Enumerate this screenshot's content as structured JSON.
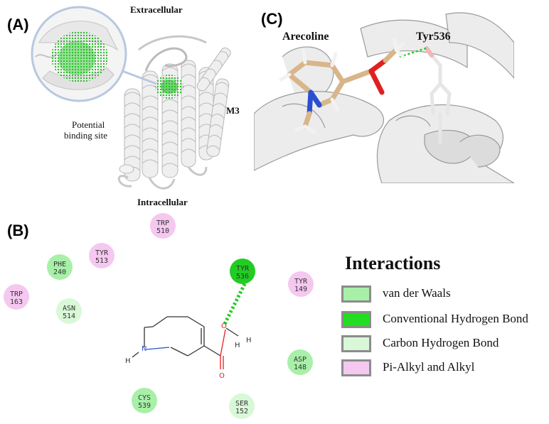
{
  "panels": {
    "a": {
      "label": "(A)",
      "extracellular": "Extracellular",
      "intracellular": "Intracellular",
      "receptor": "M3",
      "site_line1": "Potential",
      "site_line2": "binding site"
    },
    "c": {
      "label": "(C)",
      "ligand": "Arecoline",
      "residue": "Tyr536"
    },
    "b": {
      "label": "(B)",
      "residues": [
        {
          "name": "TRP",
          "num": "510",
          "type": "pi_alkyl"
        },
        {
          "name": "TYR",
          "num": "513",
          "type": "pi_alkyl"
        },
        {
          "name": "PHE",
          "num": "240",
          "type": "vdw"
        },
        {
          "name": "TRP",
          "num": "163",
          "type": "pi_alkyl"
        },
        {
          "name": "ASN",
          "num": "514",
          "type": "carbon_h"
        },
        {
          "name": "TYR",
          "num": "536",
          "type": "conv_h"
        },
        {
          "name": "TYR",
          "num": "149",
          "type": "pi_alkyl"
        },
        {
          "name": "ASP",
          "num": "148",
          "type": "vdw"
        },
        {
          "name": "CYS",
          "num": "539",
          "type": "vdw"
        },
        {
          "name": "SER",
          "num": "152",
          "type": "carbon_h"
        }
      ],
      "atoms": {
        "n": "N",
        "o_ester": "O",
        "o_carbonyl": "O",
        "h1": "H",
        "h2": "H",
        "h3": "H"
      }
    }
  },
  "legend": {
    "title": "Interactions",
    "items": [
      {
        "label": "van der Waals",
        "color": "#a8f0a8"
      },
      {
        "label": "Conventional Hydrogen Bond",
        "color": "#22dd22"
      },
      {
        "label": "Carbon Hydrogen Bond",
        "color": "#d8f8d8"
      },
      {
        "label": "Pi-Alkyl and Alkyl",
        "color": "#f5c8f0"
      }
    ]
  },
  "colors": {
    "pi_alkyl": "#f5c8f0",
    "vdw": "#a8f0a8",
    "conv_h": "#22cc22",
    "carbon_h": "#d8f8d8",
    "hbond_line": "#22cc22",
    "oxygen": "#e02020",
    "nitrogen": "#2a4fd0"
  }
}
